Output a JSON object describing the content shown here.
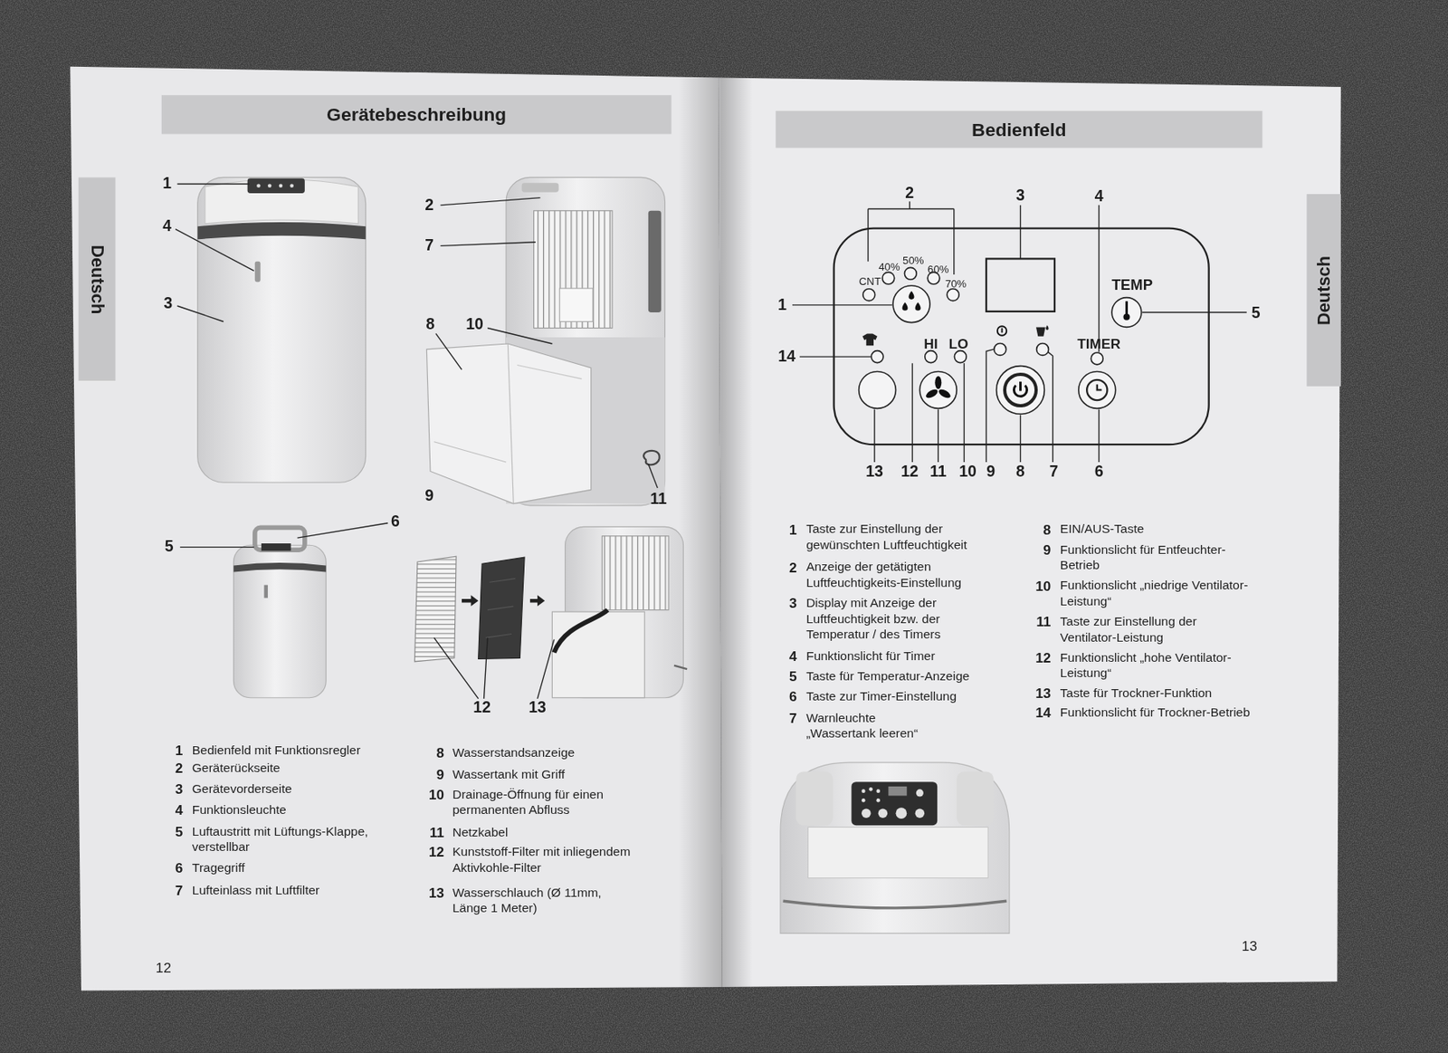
{
  "diagram": {
    "nodes": [
      {
        "text": [
          "Gerätebeschreibung"
        ]
      },
      {
        "text": [
          "Deutsch"
        ]
      },
      {
        "text": [
          "Bedienfeld"
        ]
      },
      {
        "text": [
          "Deutsch"
        ]
      },
      {
        "text": [
          "CNT",
          "40%",
          "50%",
          "60%",
          "70%",
          "TEMP",
          "HI",
          "LO",
          "TIMER"
        ]
      }
    ],
    "labels": [
      "1",
      "4",
      "3",
      "2",
      "7",
      "8",
      "10",
      "9",
      "11",
      "5",
      "6",
      "12",
      "13",
      "1",
      "Bedienfeld mit Funktionsregler",
      "2",
      "Geräterückseite",
      "3",
      "Gerätevorderseite",
      "4",
      "Funktionsleuchte",
      "5",
      "Luftaustritt mit Lüftungs-Klappe, verstellbar",
      "6",
      "Tragegriff",
      "7",
      "Lufteinlass mit Luftfilter",
      "8",
      "Wasserstandsanzeige",
      "9",
      "Wassertank mit Griff",
      "10",
      "Drainage-Öffnung für einen permanenten Abfluss",
      "11",
      "Netzkabel",
      "12",
      "Kunststoff-Filter mit inliegendem Aktivkohle-Filter",
      "13",
      "Wasserschlauch (Ø 11mm, Länge 1 Meter)",
      "12",
      "2",
      "3",
      "4",
      "1",
      "5",
      "14",
      "13",
      "12",
      "11",
      "10",
      "9",
      "8",
      "7",
      "6",
      "1",
      "Taste zur Einstellung der gewünschten Luftfeuchtigkeit",
      "2",
      "Anzeige der getätigten Luftfeuchtigkeits-Einstellung",
      "3",
      "Display mit Anzeige der Luftfeuchtigkeit bzw. der Temperatur / des Timers",
      "4",
      "Funktionslicht für Timer",
      "5",
      "Taste für Temperatur-Anzeige",
      "6",
      "Taste zur Timer-Einstellung",
      "7",
      "Warnleuchte „Wassertank leeren“",
      "8",
      "EIN/AUS-Taste",
      "9",
      "Funktionslicht für Entfeuchter-Betrieb",
      "10",
      "Funktionslicht „niedrige Ventilator-Leistung“",
      "11",
      "Taste zur Einstellung der Ventilator-Leistung",
      "12",
      "Funktionslicht „hohe Ventilator-Leistung“",
      "13",
      "Taste für Trockner-Funktion",
      "14",
      "Funktionslicht für Trockner-Betrieb",
      "13"
    ]
  }
}
